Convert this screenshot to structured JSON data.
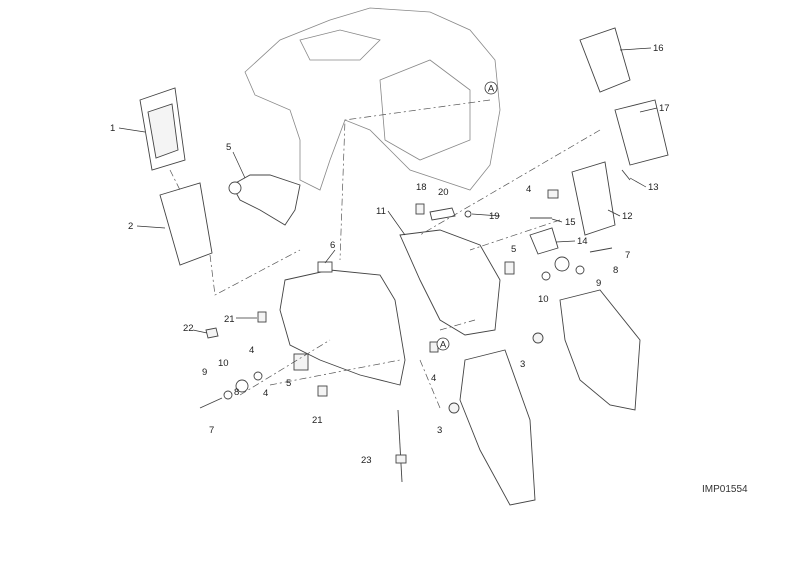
{
  "drawing_code": "IMP01554",
  "reference_marker": "A",
  "callouts": [
    "1",
    "2",
    "3",
    "4",
    "5",
    "6",
    "7",
    "8",
    "9",
    "10",
    "11",
    "12",
    "13",
    "14",
    "15",
    "16",
    "17",
    "18",
    "19",
    "20",
    "21",
    "22",
    "23"
  ]
}
